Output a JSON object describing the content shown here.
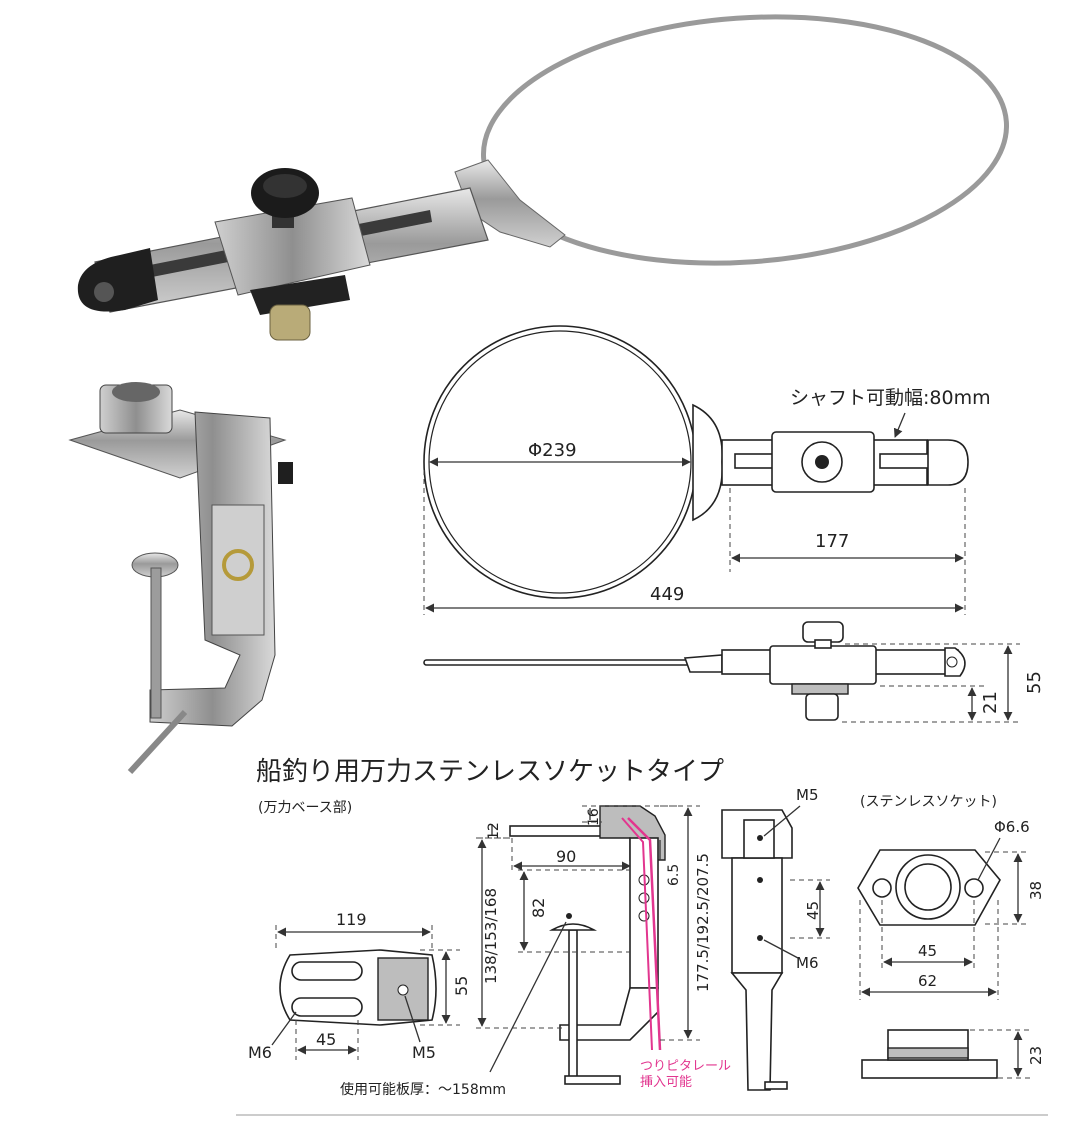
{
  "photos": {
    "top_holder": "rod-holder-ring-photo",
    "clamp": "clamp-base-photo"
  },
  "top_view": {
    "shaft_range_label": "シャフト可動幅:80mm",
    "ring_diameter": "Φ239",
    "dim_177": "177",
    "dim_449": "449"
  },
  "side_view": {
    "dim_55": "55",
    "dim_21": "21"
  },
  "title": "船釣り用万力ステンレスソケットタイプ",
  "base_section": {
    "caption": "(万力ベース部)",
    "dim_119": "119",
    "dim_55": "55",
    "m6": "M6",
    "dim_45": "45",
    "m5": "M5"
  },
  "clamp_side": {
    "dim_16": "16",
    "dim_12": "12",
    "dim_90": "90",
    "dim_82": "82",
    "dim_heights": "138/153/168",
    "dim_total": "177.5/192.5/207.5",
    "dim_6_5": "6.5",
    "rail_note_line1": "つりピタレール",
    "rail_note_line2": "挿入可能",
    "plate_note": "使用可能板厚：～158mm"
  },
  "clamp_front": {
    "m5": "M5",
    "dim_45": "45",
    "m6": "M6"
  },
  "socket_section": {
    "caption": "(ステンレスソケット)",
    "phi": "Φ6.6",
    "dim_38": "38",
    "dim_45": "45",
    "dim_62": "62",
    "dim_23": "23"
  },
  "colors": {
    "accent_pink": "#e2368f",
    "line": "#222222"
  }
}
